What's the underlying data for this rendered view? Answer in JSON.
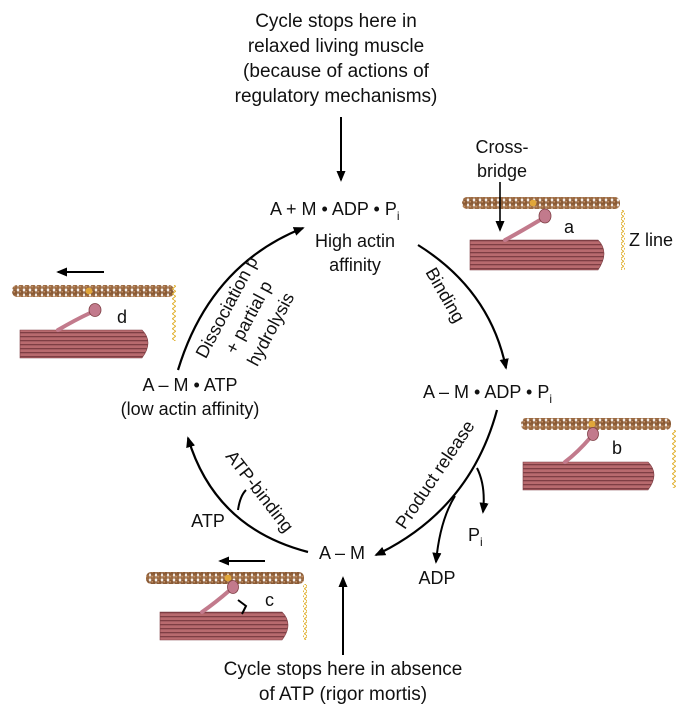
{
  "top_note": {
    "lines": [
      "Cycle stops here in",
      "relaxed living muscle",
      "(because of actions of",
      "regulatory mechanisms)"
    ]
  },
  "bottom_note": {
    "lines": [
      "Cycle stops here in absence",
      "of ATP (rigor mortis)"
    ]
  },
  "states": {
    "top": {
      "text": "A + M • ADP • P",
      "sub": "i",
      "note1": "High actin",
      "note2": "affinity"
    },
    "right": {
      "text": "A – M • ADP • P",
      "sub": "i"
    },
    "bottom": {
      "text": "A – M"
    },
    "left": {
      "text": "A – M • ATP",
      "note": "(low actin affinity)"
    }
  },
  "steps": {
    "binding": "Binding",
    "product_release": "Product release",
    "atp_binding": "ATP-binding",
    "dissociation": [
      "Dissociation p",
      "+ partial p",
      "hydrolysis"
    ]
  },
  "branches": {
    "pi_text": "P",
    "pi_sub": "i",
    "adp": "ADP",
    "atp": "ATP"
  },
  "panels": {
    "a": "a",
    "b": "b",
    "c": "c",
    "d": "d",
    "cross_bridge": [
      "Cross-",
      "bridge"
    ],
    "z_line": "Z line"
  },
  "colors": {
    "actin_bead": "#8a5a35",
    "actin_bead_light": "#b8865a",
    "actin_highlight": "#e0a63a",
    "myosin_filament": "#b86a6e",
    "myosin_stripe": "#7e3e44",
    "myosin_head": "#c27a8c",
    "z_line": "#e0b030",
    "arrow": "#000000"
  }
}
